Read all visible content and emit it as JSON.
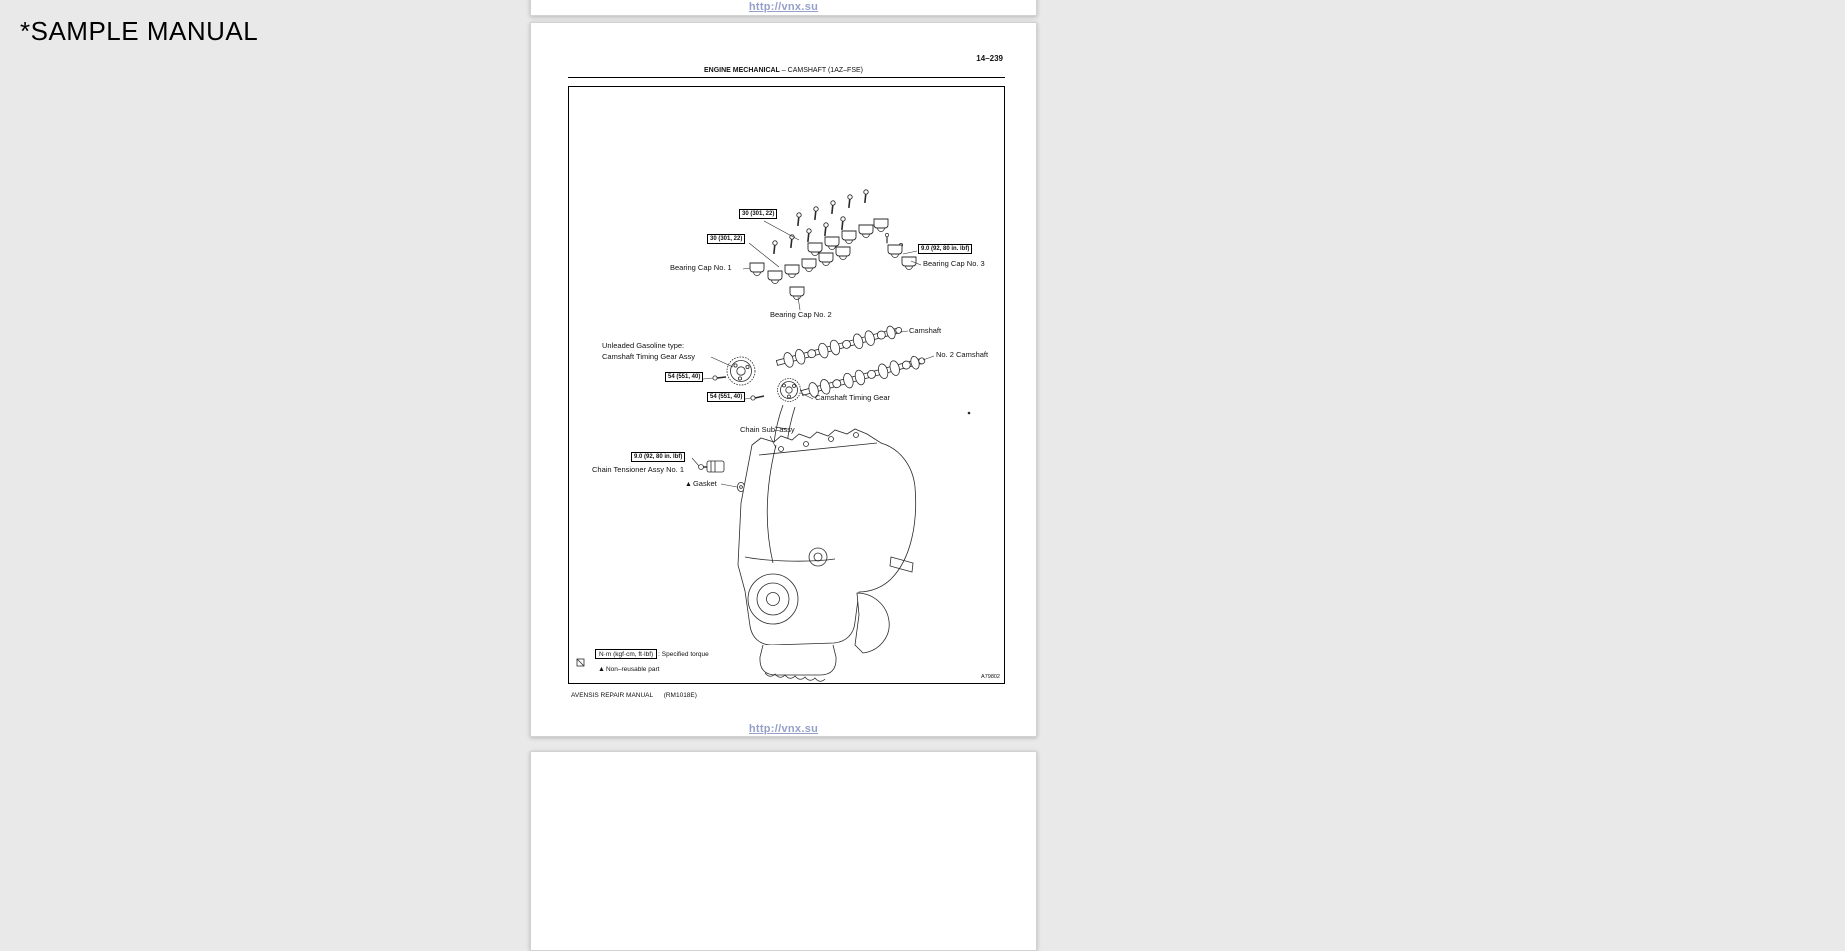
{
  "sample_label": "*SAMPLE MANUAL",
  "watermarks": {
    "top": "http://vnx.su",
    "bottom": "http://vnx.su"
  },
  "page": {
    "number": "14–239",
    "header_section": "ENGINE MECHANICAL",
    "header_separator": "–",
    "header_topic": "CAMSHAFT (1AZ–FSE)",
    "footer_left": "AVENSIS REPAIR MANUAL",
    "footer_right": "(RM1018E)"
  },
  "diagram": {
    "marker": "▲",
    "figure_code": "A79802",
    "torque_boxes": [
      "30 (301, 22)",
      "30 (301, 22)",
      "9.0 (92, 80 in. lbf)",
      "54 (551, 40)",
      "54 (551, 40)",
      "9.0 (92, 80 in. lbf)"
    ],
    "labels": {
      "bearing_cap_1": "Bearing Cap No. 1",
      "bearing_cap_2": "Bearing Cap No. 2",
      "bearing_cap_3": "Bearing Cap No. 3",
      "camshaft": "Camshaft",
      "no2_camshaft": "No. 2 Camshaft",
      "unleaded_line1": "Unleaded Gasoline type:",
      "unleaded_line2": "Camshaft Timing Gear Assy",
      "camshaft_timing_gear": "Camshaft Timing Gear",
      "chain_sub_assy": "Chain Sub–assy",
      "chain_tensioner": "Chain Tensioner Assy No. 1",
      "gasket": "Gasket"
    },
    "legend": {
      "torque_unit": "N·m (kgf·cm, ft·lbf)",
      "torque_caption": ": Specified torque",
      "non_reusable": "Non–reusable part"
    }
  }
}
